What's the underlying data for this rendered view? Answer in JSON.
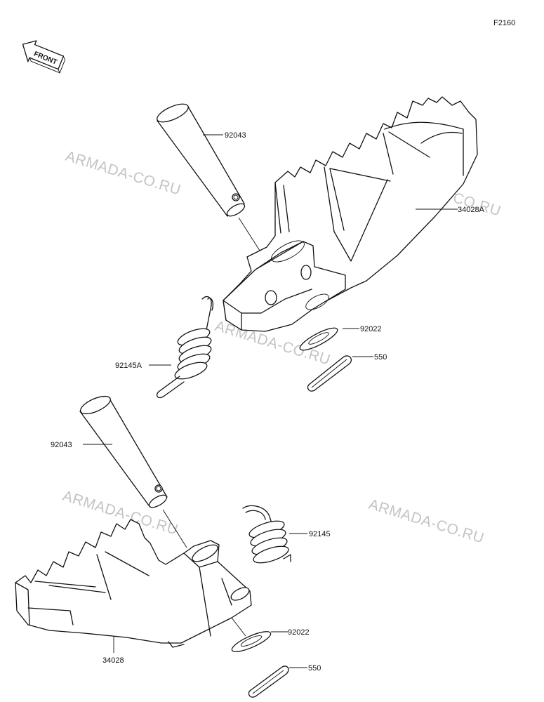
{
  "figure_code": "F2160",
  "front_badge": "FRONT",
  "watermark_text": "ARMADA-CO.RU",
  "part_labels": {
    "pin_upper": "92043",
    "footpeg_upper": "34028A",
    "washer_upper": "92022",
    "cotter_upper": "550",
    "spring_upper": "92145A",
    "pin_lower": "92043",
    "spring_lower": "92145",
    "washer_lower": "92022",
    "cotter_lower": "550",
    "footpeg_lower": "34028"
  }
}
